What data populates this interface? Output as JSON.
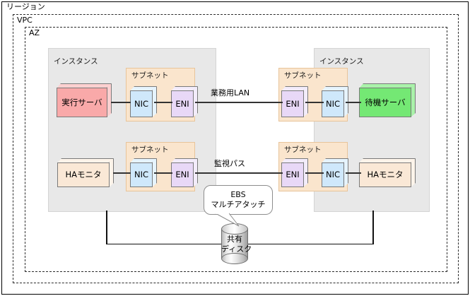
{
  "frames": {
    "region": {
      "label": "リージョン"
    },
    "vpc": {
      "label": "VPC"
    },
    "az": {
      "label": "AZ"
    }
  },
  "groups": {
    "instance_left": {
      "title": "インスタンス"
    },
    "instance_right": {
      "title": "インスタンス"
    },
    "subnet_tl": {
      "title": "サブネット"
    },
    "subnet_tr": {
      "title": "サブネット"
    },
    "subnet_bl": {
      "title": "サブネット"
    },
    "subnet_br": {
      "title": "サブネット"
    }
  },
  "nodes": {
    "active_server": {
      "label": "実行サーバ",
      "color": "#f9a9a9"
    },
    "standby_server": {
      "label": "待機サーバ",
      "color": "#74e874"
    },
    "nic_tl": {
      "label": "NIC",
      "color": "#cfe8fb"
    },
    "eni_tl": {
      "label": "ENI",
      "color": "#e8d8f7"
    },
    "eni_tr": {
      "label": "ENI",
      "color": "#e8d8f7"
    },
    "nic_tr": {
      "label": "NIC",
      "color": "#cfe8fb"
    },
    "ha_monitor_left": {
      "label": "HAモニタ",
      "color": "#fae8d6"
    },
    "nic_bl": {
      "label": "NIC",
      "color": "#cfe8fb"
    },
    "eni_bl": {
      "label": "ENI",
      "color": "#e8d8f7"
    },
    "eni_br": {
      "label": "ENI",
      "color": "#e8d8f7"
    },
    "nic_br": {
      "label": "NIC",
      "color": "#cfe8fb"
    },
    "ha_monitor_right": {
      "label": "HAモニタ",
      "color": "#fae8d6"
    }
  },
  "networks": {
    "business_lan": "業務用LAN",
    "monitor_path": "監視パス"
  },
  "storage": {
    "callout_line1": "EBS",
    "callout_line2": "マルチアタッチ",
    "disk_line1": "共有",
    "disk_line2": "ディスク"
  }
}
